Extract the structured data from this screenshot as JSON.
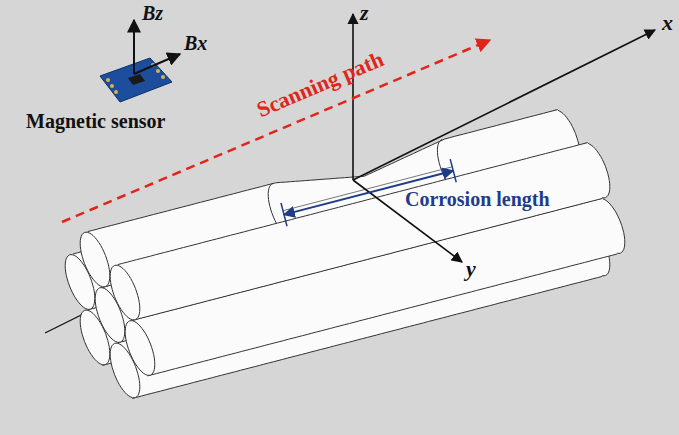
{
  "diagram": {
    "labels": [
      "Bz",
      "Bx",
      "Magnetic sensor",
      "z",
      "Scanning path",
      "x",
      "Corrosion length",
      "y"
    ]
  }
}
